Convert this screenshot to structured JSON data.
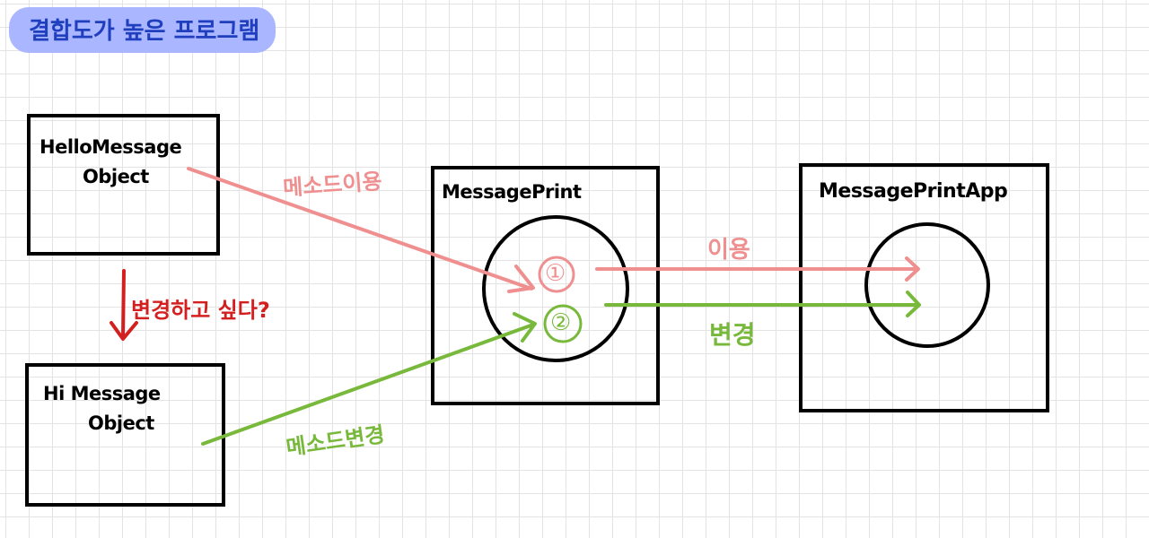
{
  "title": "결합도가 높은 프로그램",
  "boxes": {
    "hello": {
      "line1": "HelloMessage",
      "line2": "Object"
    },
    "hi": {
      "line1": "Hi Message",
      "line2": "Object"
    },
    "printer": {
      "label": "MessagePrint"
    },
    "app": {
      "label": "MessagePrintApp"
    }
  },
  "markers": {
    "one": "①",
    "two": "②"
  },
  "annotations": {
    "method_use": "메소드이용",
    "want_change": "변경하고 싶다?",
    "method_change": "메소드변경",
    "use": "이용",
    "change": "변경"
  },
  "colors": {
    "pink": "#f08f8f",
    "green": "#78b93c",
    "red": "#d41f1f",
    "title_bg": "#aab6ff",
    "title_text": "#1f3fbf"
  }
}
